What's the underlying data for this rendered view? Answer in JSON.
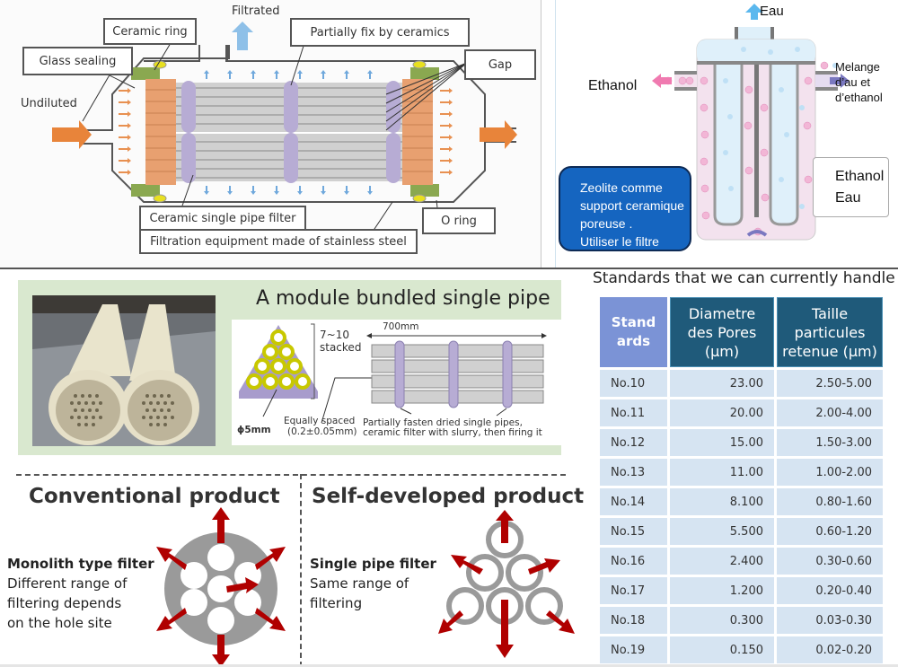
{
  "filter_equipment_diagram": {
    "labels": {
      "filtrated": "Filtrated",
      "ceramic_ring": "Ceramic ring",
      "partially_fix": "Partially fix by ceramics",
      "glass_sealing": "Glass sealing",
      "gap": "Gap",
      "undiluted": "Undiluted",
      "ceramic_single_pipe_filter": "Ceramic single pipe filter",
      "o_ring": "O ring",
      "filtration_equipment": "Filtration equipment made of stainless steel"
    },
    "colors": {
      "seal_orange": "#e8a070",
      "ring_green": "#8aa850",
      "pipe_gray": "#d0d0d0",
      "fixer_purple": "#b7acd4",
      "o_ring_yellow": "#e8e020",
      "flow_arrow": "#e07a30",
      "filtrated_arrow": "#6fa8dc"
    }
  },
  "separation_diagram": {
    "eau_top": "Eau",
    "ethanol_out": "Ethanol",
    "mixture_in": [
      "Melange",
      "d’au et",
      "d’ethanol"
    ],
    "zeolite_note": [
      "Zeolite comme",
      "support ceramique",
      "poreuse .",
      "Utiliser le filtre"
    ],
    "legend": [
      {
        "label": "Ethanol",
        "color": "#f2b6d6"
      },
      {
        "label": "Eau",
        "color": "#bfe0f5"
      }
    ],
    "colors": {
      "note_bg": "#1565c0",
      "water_arrow": "#5bb8ee",
      "ethanol_arrow": "#f07ab0",
      "mixture_arrow": "#7a78c0"
    }
  },
  "module_section": {
    "title": "A module bundled single pipe",
    "length": "700mm",
    "stacked": [
      "7~10",
      "stacked"
    ],
    "diameter": "ϕ5mm",
    "spacing": [
      "Equally spaced",
      "(0.2±0.05mm)"
    ],
    "fasten_note": [
      "Partially fasten dried single pipes,",
      "ceramic filter with slurry, then firing it"
    ],
    "colors": {
      "panel_bg": "#d9e8cf",
      "ring_yellow": "#c8c800",
      "tri_purple": "#a89ccc"
    }
  },
  "comparison": {
    "conventional": {
      "title": "Conventional product",
      "subtitle": "Monolith type filter",
      "desc": [
        "Different range of",
        "filtering depends",
        "on the hole site"
      ]
    },
    "self_developed": {
      "title": "Self-developed product",
      "subtitle": "Single pipe filter",
      "desc": [
        "Same range of",
        "filtering"
      ]
    },
    "colors": {
      "arrow_red": "#b00000",
      "disc_gray": "#9a9a9a"
    }
  },
  "standards_table": {
    "title": "Standards that we can currently handle",
    "headers": [
      [
        "Stand",
        "ards"
      ],
      [
        "Diametre",
        "des Pores",
        "(µm)"
      ],
      [
        "Taille",
        "particules",
        "retenue (µm)"
      ]
    ],
    "rows": [
      [
        "No.10",
        "23.00",
        "2.50-5.00"
      ],
      [
        "No.11",
        "20.00",
        "2.00-4.00"
      ],
      [
        "No.12",
        "15.00",
        "1.50-3.00"
      ],
      [
        "No.13",
        "11.00",
        "1.00-2.00"
      ],
      [
        "No.14",
        "8.100",
        "0.80-1.60"
      ],
      [
        "No.15",
        "5.500",
        "0.60-1.20"
      ],
      [
        "No.16",
        "2.400",
        "0.30-0.60"
      ],
      [
        "No.17",
        "1.200",
        "0.20-0.40"
      ],
      [
        "No.18",
        "0.300",
        "0.03-0.30"
      ],
      [
        "No.19",
        "0.150",
        "0.02-0.20"
      ]
    ],
    "colors": {
      "header_std": "#7b93d6",
      "header_dark": "#1f5a7a",
      "cell_bg": "#d6e4f2"
    }
  }
}
